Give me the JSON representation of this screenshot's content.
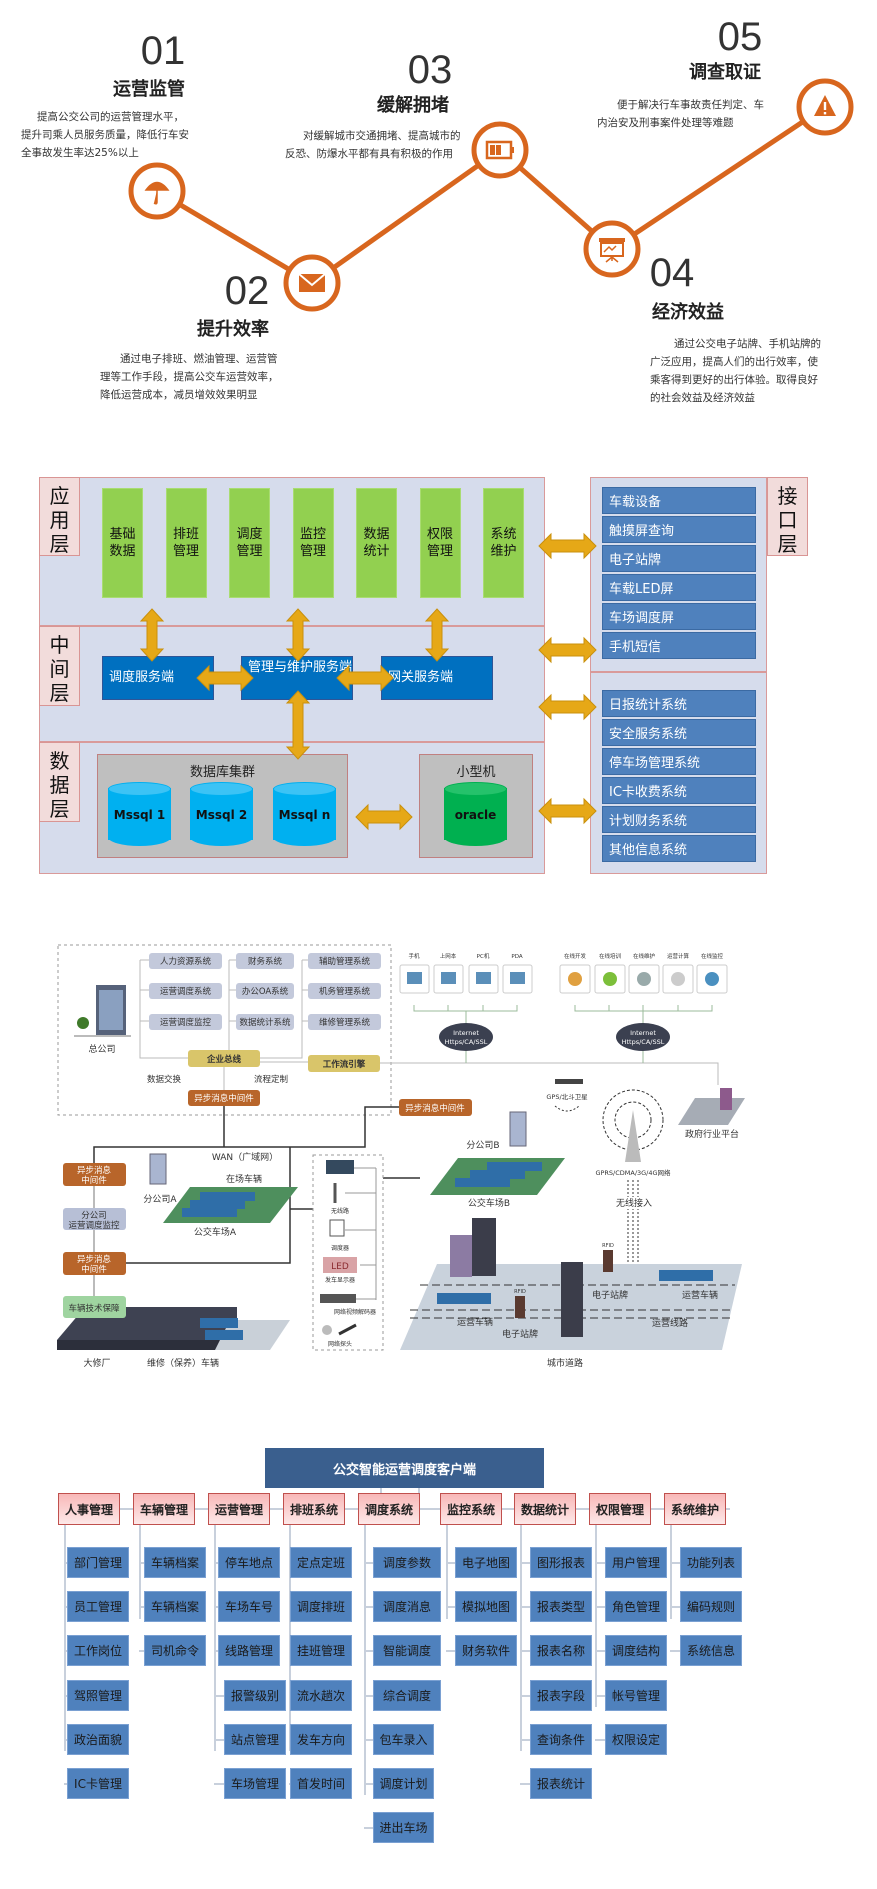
{
  "colors": {
    "orange": "#d8661e",
    "green": "#92d050",
    "blue_box": "#4f81bd",
    "server_blue": "#0070c0",
    "arrow": "#e6a817",
    "panel": "#d6dcec",
    "tab": "#f2dcdb",
    "title_bar": "#3a5f8e"
  },
  "steps": [
    {
      "num": "01",
      "title": "运营监管",
      "icon": "umbrella-icon",
      "lines": [
        "提高公交公司的运营管理水平，",
        "提升司乘人员服务质量，降低行车安",
        "全事故发生率达25%以上"
      ]
    },
    {
      "num": "02",
      "title": "提升效率",
      "icon": "envelope-icon",
      "lines": [
        "通过电子排班、燃油管理、运营管",
        "理等工作手段，提高公交车运营效率，",
        "降低运营成本，减员增效效果明显"
      ]
    },
    {
      "num": "03",
      "title": "缓解拥堵",
      "icon": "battery-icon",
      "lines": [
        "对缓解城市交通拥堵、提高城市的",
        "反恐、防爆水平都有具有积极的作用"
      ]
    },
    {
      "num": "04",
      "title": "经济效益",
      "icon": "presentation-board-icon",
      "lines": [
        "通过公交电子站牌、手机站牌的",
        "广泛应用，提高人们的出行效率，使",
        "乘客得到更好的出行体验。取得良好",
        "的社会效益及经济效益"
      ]
    },
    {
      "num": "05",
      "title": "调查取证",
      "icon": "warning-icon",
      "lines": [
        "便于解决行车事故责任判定、车",
        "内治安及刑事案件处理等难题"
      ]
    }
  ],
  "arch": {
    "layers": [
      "应用层",
      "中间层",
      "数据层"
    ],
    "interface_layer": "接口层",
    "apps": [
      "基础数据",
      "排班管理",
      "调度管理",
      "监控管理",
      "数据统计",
      "权限管理",
      "系统维护"
    ],
    "middle": [
      "调度服务端",
      "管理与维护服务端",
      "网关服务端"
    ],
    "db_cluster": "数据库集群",
    "dbs": [
      "Mssql 1",
      "Mssql 2",
      "Mssql n"
    ],
    "minicomputer": "小型机",
    "oracle": "oracle",
    "interfaces_top": [
      "车载设备",
      "触摸屏查询",
      "电子站牌",
      "车载LED屏",
      "车场调度屏",
      "手机短信"
    ],
    "interfaces_bottom": [
      "日报统计系统",
      "安全服务系统",
      "停车场管理系统",
      "IC卡收费系统",
      "计划财务系统",
      "其他信息系统"
    ]
  },
  "network": {
    "hq": "总公司",
    "systems": [
      "人力资源系统",
      "运营调度系统",
      "运营调度监控",
      "财务系统",
      "办公OA系统",
      "数据统计系统",
      "辅助管理系统",
      "机务管理系统",
      "维修管理系统"
    ],
    "bus": "企业总线",
    "workflow": "工作流引擎",
    "data_exchange": "数据交换",
    "process": "流程定制",
    "mq": "异步消息中间件",
    "mq_short": "异步消息\n中间件",
    "mq_line1": "异步消息",
    "mq_line2": "中间件",
    "wan": "WAN（广域网）",
    "branch_monitor_1": "分公司",
    "branch_monitor_2": "运营调度监控",
    "tech": "车辆技术保障",
    "branch_a": "分公司A",
    "vehicles_on_site": "在场车辆",
    "depot_a": "公交车场A",
    "overhaul": "大修厂",
    "maint": "维修（保养）车辆",
    "devices": [
      "无线路",
      "调度器",
      "发车显示器",
      "网络视频解码器",
      "网络探头"
    ],
    "led": "LED",
    "clients": [
      "手机",
      "上网本",
      "PC机",
      "PDA"
    ],
    "online": [
      "在线开发",
      "在线培训",
      "在线维护",
      "运营计算",
      "在线监控"
    ],
    "cloud_1": "Internet",
    "cloud_2": "Https/CA/SSL",
    "gps": "GPS/北斗卫星",
    "gov": "政府行业平台",
    "branch_b": "分公司B",
    "depot_b": "公交车场B",
    "gprs": "GPRS/CDMA/3G/4G网络",
    "wireless": "无线接入",
    "rfid": "RFID",
    "stop_sign": "电子站牌",
    "running_bus": "运营车辆",
    "route": "运营线路",
    "road": "城市道路"
  },
  "client": {
    "title": "公交智能运营调度客户端",
    "categories": [
      {
        "label": "人事管理",
        "children": [
          "部门管理",
          "员工管理",
          "工作岗位",
          "驾照管理",
          "政治面貌",
          "IC卡管理"
        ]
      },
      {
        "label": "车辆管理",
        "children": [
          "车辆档案",
          "车辆档案",
          "司机命令"
        ]
      },
      {
        "label": "运营管理",
        "children": [
          "停车地点",
          "车场车号",
          "线路管理",
          "报警级别",
          "站点管理",
          "车场管理"
        ]
      },
      {
        "label": "排班系统",
        "children": [
          "定点定班",
          "调度排班",
          "挂班管理",
          "流水趟次",
          "发车方向",
          "首发时间"
        ]
      },
      {
        "label": "调度系统",
        "children": [
          "调度参数",
          "调度消息",
          "智能调度",
          "综合调度",
          "包车录入",
          "调度计划",
          "进出车场"
        ]
      },
      {
        "label": "监控系统",
        "children": [
          "电子地图",
          "模拟地图",
          "财务软件"
        ]
      },
      {
        "label": "数据统计",
        "children": [
          "图形报表",
          "报表类型",
          "报表名称",
          "报表字段",
          "查询条件",
          "报表统计"
        ]
      },
      {
        "label": "权限管理",
        "children": [
          "用户管理",
          "角色管理",
          "调度结构",
          "帐号管理",
          "权限设定"
        ]
      },
      {
        "label": "系统维护",
        "children": [
          "功能列表",
          "编码规则",
          "系统信息"
        ]
      }
    ]
  }
}
